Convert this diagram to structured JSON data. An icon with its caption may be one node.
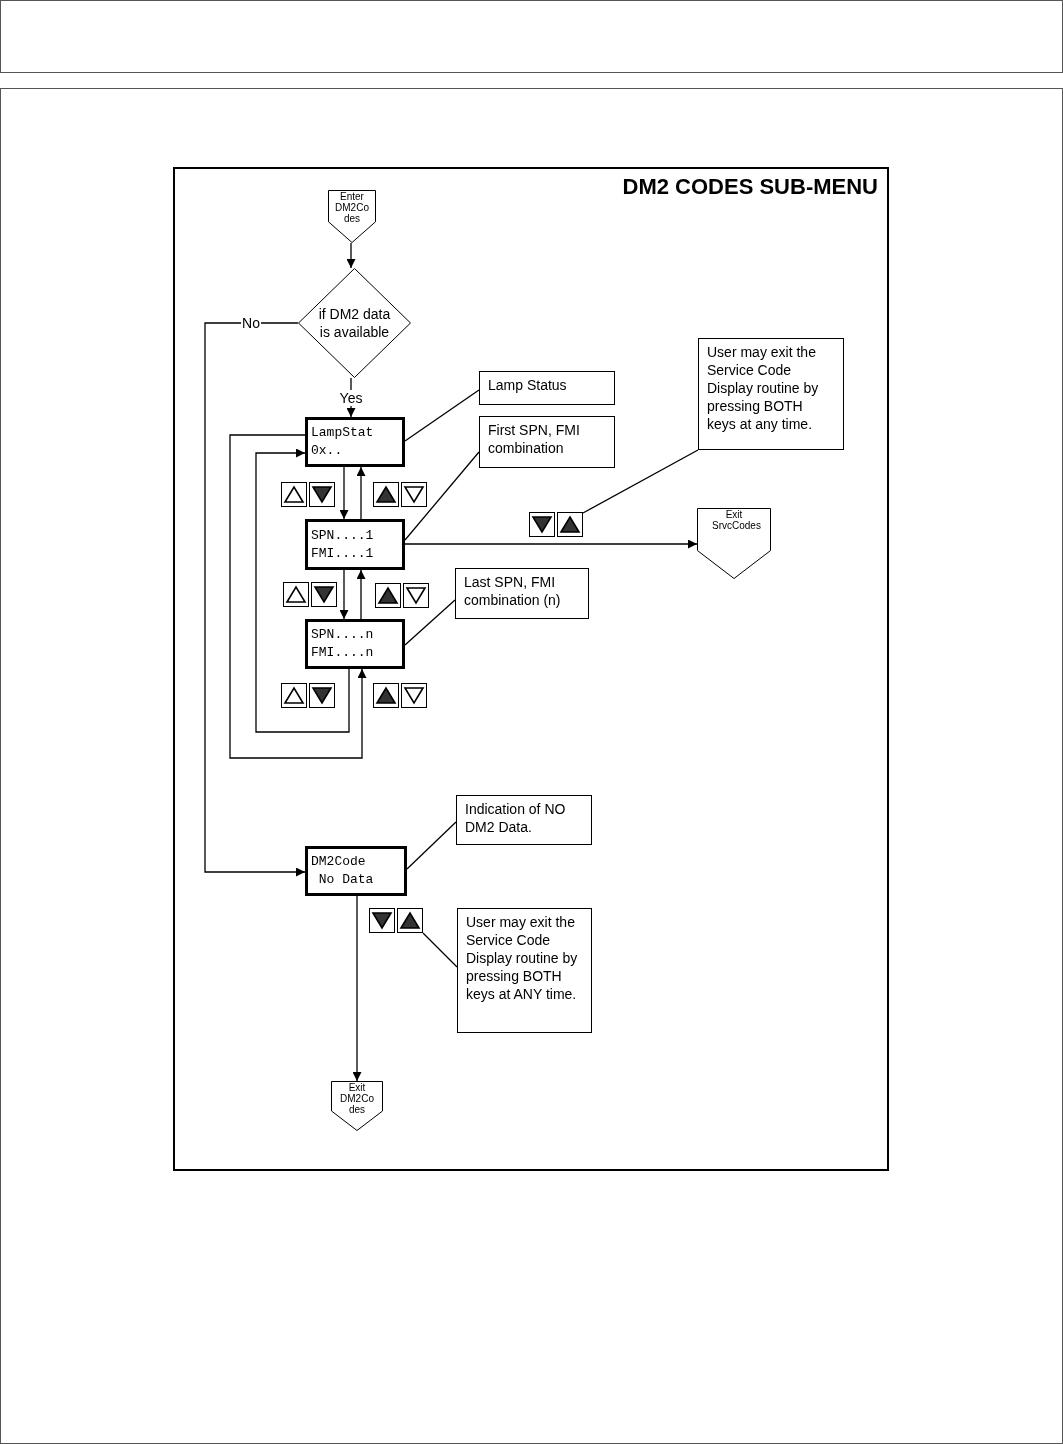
{
  "diagram": {
    "title": "DM2 CODES SUB-MENU",
    "nodes": [
      {
        "text": [
          "Enter DM2Co des"
        ]
      },
      {
        "text": [
          "if DM2 data is available"
        ]
      },
      {
        "text": [
          "Lamp Status"
        ]
      },
      {
        "text": [
          "LampStat",
          "0x.."
        ]
      },
      {
        "text": [
          "First SPN, FMI combination"
        ]
      },
      {
        "text": [
          "User may exit the Service Code Display routine by pressing BOTH keys at any time."
        ]
      },
      {
        "text": [],
        "shape": "box"
      },
      {
        "text": [
          "SPN....1",
          "FMI....1"
        ]
      },
      {
        "text": [
          "Exit SrvcCodes"
        ]
      },
      {
        "text": [
          "Last SPN, FMI combination (n)"
        ]
      },
      {
        "text": [
          "SPN....n",
          "FMI....n"
        ]
      },
      {
        "text": [
          "Indication of NO DM2 Data."
        ]
      },
      {
        "text": [
          "DM2Code",
          " No Data"
        ]
      },
      {
        "text": [],
        "shape": "box"
      },
      {
        "text": [
          "User may exit the Service Code Display routine by pressing BOTH keys at ANY time."
        ]
      },
      {
        "text": [
          "Exit DM2Co des"
        ]
      }
    ],
    "edges": [
      {
        "from": 0,
        "to": 1,
        "arrow": "to"
      },
      {
        "from": 1,
        "to": 3,
        "arrow": "to",
        "label": "Yes"
      },
      {
        "from": 1,
        "to": 12,
        "arrow": "to",
        "label": "No"
      },
      {
        "from": 3,
        "to": 7,
        "arrow": "to"
      },
      {
        "from": 7,
        "to": 3,
        "arrow": "to"
      },
      {
        "from": 7,
        "to": 10,
        "arrow": "to"
      },
      {
        "from": 10,
        "to": 7,
        "arrow": "to"
      },
      {
        "from": 10,
        "to": 3,
        "arrow": "to"
      },
      {
        "from": 3,
        "to": 10,
        "arrow": "to"
      },
      {
        "from": 7,
        "to": 8,
        "arrow": "to"
      },
      {
        "from": 12,
        "to": 15,
        "arrow": "to"
      },
      {
        "from": 2,
        "to": 3,
        "arrow": "none"
      },
      {
        "from": 4,
        "to": 7,
        "arrow": "none"
      },
      {
        "from": 5,
        "to": 6,
        "arrow": "none"
      },
      {
        "from": 9,
        "to": 10,
        "arrow": "none"
      },
      {
        "from": 11,
        "to": 12,
        "arrow": "none"
      },
      {
        "from": 14,
        "to": 13,
        "arrow": "none"
      }
    ]
  }
}
